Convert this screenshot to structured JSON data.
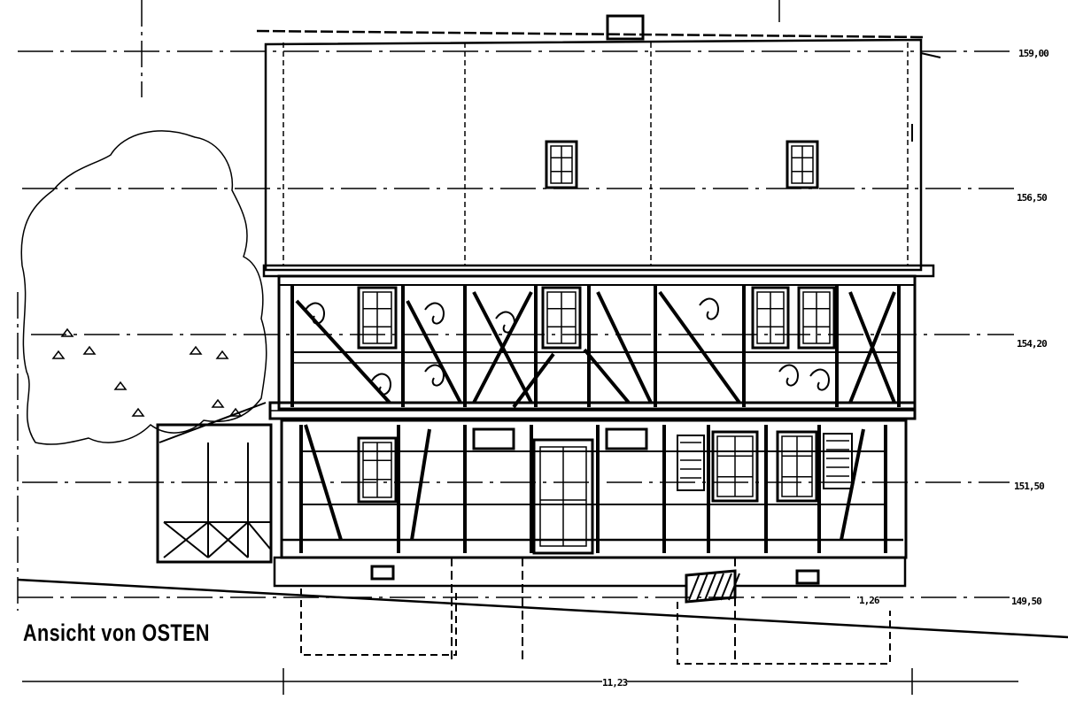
{
  "title": "Ansicht von OSTEN",
  "elevations": {
    "ridge": "159,00",
    "roof": "156,50",
    "upper_floor": "154,20",
    "ground_floor": "151,50",
    "base": "149,50"
  },
  "dimensions": {
    "plinth_height": "1,26",
    "total_width": "11,23"
  }
}
